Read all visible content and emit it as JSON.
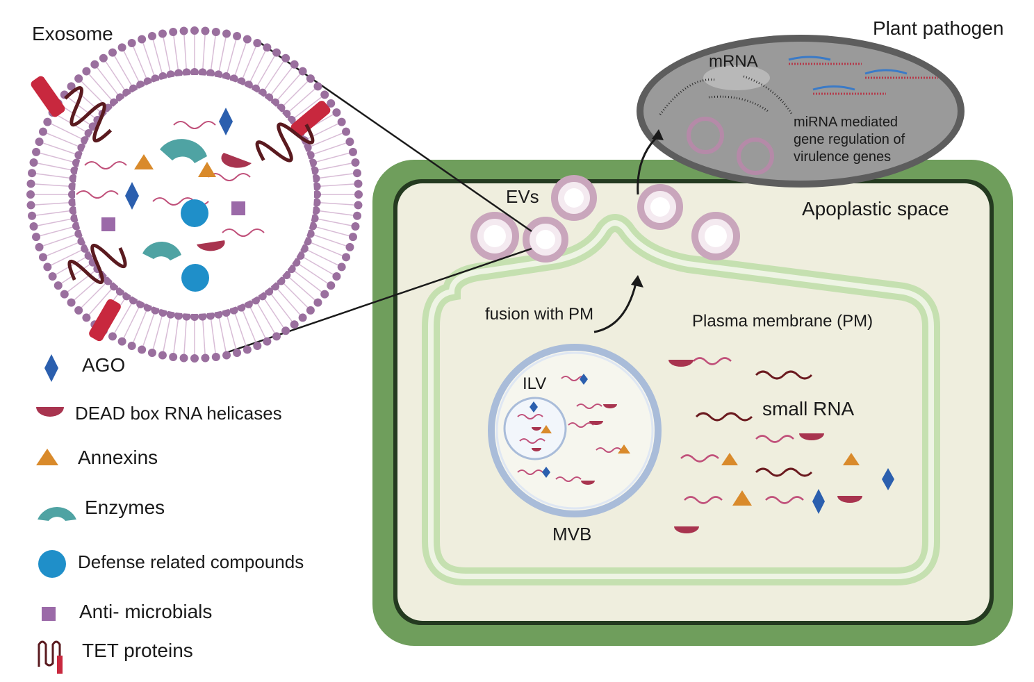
{
  "labels": {
    "exosome": "Exosome",
    "plant_pathogen": "Plant pathogen",
    "mrna": "mRNA",
    "mirna_line1": "miRNA mediated",
    "mirna_line2": "gene regulation of",
    "mirna_line3": "virulence genes",
    "evs": "EVs",
    "apoplastic_space": "Apoplastic space",
    "fusion_with_pm": "fusion with PM",
    "plasma_membrane": "Plasma membrane (PM)",
    "ilv": "ILV",
    "mvb": "MVB",
    "small_rna": "small RNA"
  },
  "legend": [
    {
      "icon": "ago-diamond-icon",
      "label": "AGO"
    },
    {
      "icon": "dead-box-helicase-icon",
      "label": "DEAD box RNA helicases"
    },
    {
      "icon": "annexin-triangle-icon",
      "label": "Annexins"
    },
    {
      "icon": "enzyme-arc-icon",
      "label": "Enzymes"
    },
    {
      "icon": "defense-compound-circle-icon",
      "label": "Defense related compounds"
    },
    {
      "icon": "antimicrobial-square-icon",
      "label": "Anti- microbials"
    },
    {
      "icon": "tet-protein-icon",
      "label": "TET proteins"
    }
  ],
  "colors": {
    "cell_wall": "#6f9e5c",
    "cytoplasm": "#efeede",
    "plasma_membrane": "#bfdcaa",
    "pathogen": "#8a8a8a",
    "lipid": "#9a6f9e",
    "ago": "#2b5fae",
    "helicase": "#a8344f",
    "annexin": "#d98a2b",
    "enzyme": "#4fa3a3",
    "defense": "#1f8fc9",
    "antimicrobial": "#9b6aa8",
    "tet": "#5a1a1f",
    "tet_bar": "#c8283e",
    "mvb_ring": "#9fb4d6"
  }
}
